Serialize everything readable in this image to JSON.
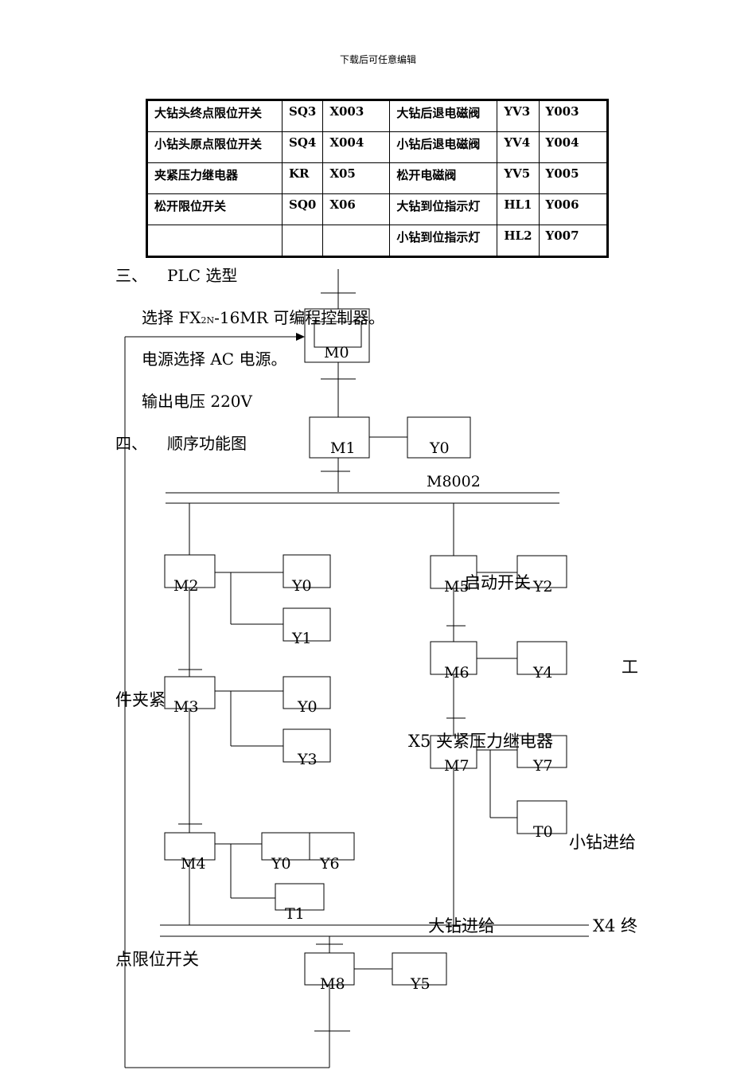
{
  "header": "下载后可任意编辑",
  "io_table": [
    [
      "大钻头终点限位开关",
      "SQ3",
      "X003",
      "大钻后退电磁阀",
      "YV3",
      "Y003"
    ],
    [
      "小钻头原点限位开关",
      "SQ4",
      "X004",
      "小钻后退电磁阀",
      "YV4",
      "Y004"
    ],
    [
      "夹紧压力继电器",
      "KR",
      "X05",
      "松开电磁阀",
      "YV5",
      "Y005"
    ],
    [
      "松开限位开关",
      "SQ0",
      "X06",
      "大钻到位指示灯",
      "HL1",
      "Y006"
    ],
    [
      "",
      "",
      "",
      "小钻到位指示灯",
      "HL2",
      "Y007"
    ]
  ],
  "section3": {
    "num": "三、",
    "title": "PLC 选型",
    "line1_pre": "选择 FX",
    "line1_sub": "2N",
    "line1_post": "-16MR 可编程控制器。",
    "line2": "电源选择 AC 电源。",
    "line3": "输出电压 220V"
  },
  "section4": {
    "num": "四、",
    "title": "顺序功能图"
  },
  "sfc": {
    "M0": "M0",
    "M1": "M1",
    "M2": "M2",
    "M3": "M3",
    "M4": "M4",
    "M5": "M5",
    "M6": "M6",
    "M7": "M7",
    "M8": "M8",
    "Y0_a": "Y0",
    "Y0_b": "Y0",
    "Y1": "Y1",
    "Y0_c": "Y0",
    "Y3": "Y3",
    "Y0_d": "Y0",
    "Y6": "Y6",
    "T1": "T1",
    "Y2": "Y2",
    "Y4": "Y4",
    "Y7": "Y7",
    "T0": "T0",
    "Y5": "Y5",
    "cond_m8002": "M8002",
    "ann_start": "启动开关",
    "ann_clamp_a": "工",
    "ann_clamp_b": "件夹紧",
    "ann_x5": "X5 夹紧压力继电器",
    "ann_small_feed": "小钻进给",
    "ann_big_feed": "大钻进给",
    "ann_x4_a": "X4 终",
    "ann_x4_b": "点限位开关"
  }
}
